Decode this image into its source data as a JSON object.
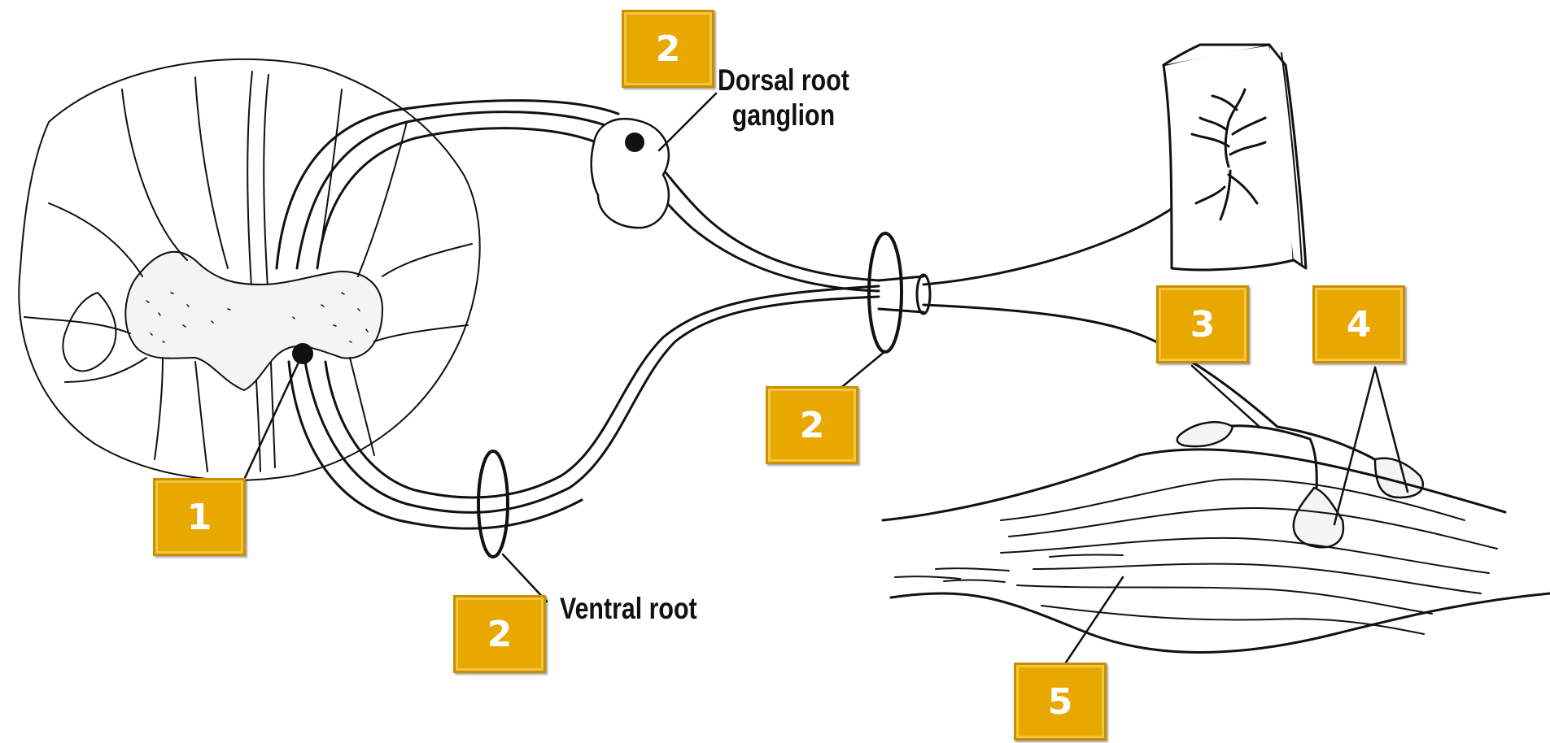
{
  "labels": {
    "dorsal_root_ganglion": "Dorsal root\nganglion",
    "ventral_root": "Ventral root"
  },
  "badges": {
    "b1": "1",
    "b2_top": "2",
    "b2_middle": "2",
    "b2_bottom": "2",
    "b3": "3",
    "b4": "4",
    "b5": "5"
  },
  "colors": {
    "badge_fill": "#e9a800",
    "badge_text": "#ffffff",
    "line": "#111111"
  }
}
